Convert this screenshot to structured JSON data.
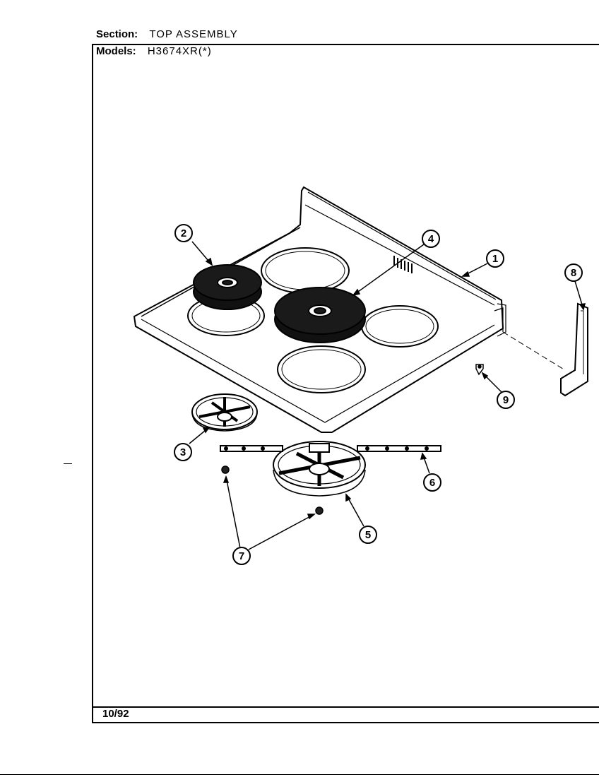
{
  "header": {
    "section_label": "Section:",
    "section_value": "TOP ASSEMBLY",
    "models_label": "Models:",
    "models_value": "H3674XR(*)"
  },
  "footer": {
    "date": "10/92"
  },
  "diagram": {
    "callouts": [
      "1",
      "2",
      "3",
      "4",
      "5",
      "6",
      "7",
      "8",
      "9"
    ]
  }
}
